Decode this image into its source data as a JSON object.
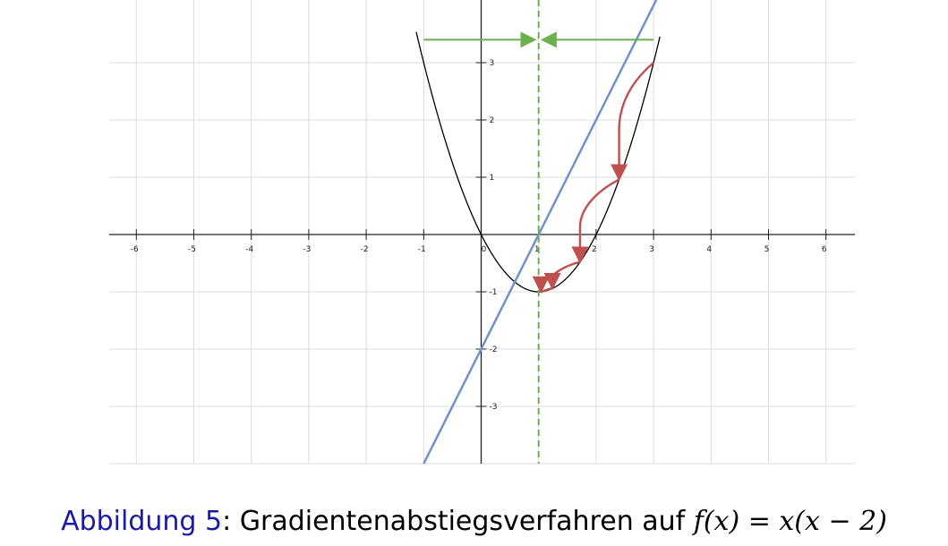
{
  "caption": {
    "figure_label": "Abbildung 5",
    "separator": ": ",
    "text": "Gradientenabstiegsverfahren auf ",
    "formula": "f(x) = x(x − 2)"
  },
  "colors": {
    "grid": "#dcdcdc",
    "axes": "#222222",
    "parabola": "#000000",
    "tangent": "#6f93c9",
    "minimum_line": "#6ab04c",
    "horizontal_arrows": "#6ab04c",
    "descent_path": "#c0504d"
  },
  "chart_data": {
    "type": "line",
    "title": "",
    "xlabel": "",
    "ylabel": "",
    "xlim": [
      -6.5,
      6.5
    ],
    "ylim": [
      -4,
      4
    ],
    "grid": true,
    "x_ticks": [
      -6,
      -5,
      -4,
      -3,
      -2,
      -1,
      0,
      1,
      2,
      3,
      4,
      5,
      6
    ],
    "y_ticks": [
      -3,
      -2,
      -1,
      0,
      1,
      2,
      3
    ],
    "x_tick_labels": [
      "-6",
      "-5",
      "-4",
      "-3",
      "-2",
      "-1",
      "0",
      "1",
      "2",
      "3",
      "4",
      "5",
      "6"
    ],
    "y_tick_labels": [
      "-3",
      "-2",
      "-1",
      "0",
      "1",
      "2",
      "3"
    ],
    "series": [
      {
        "type": "function",
        "expression": "x*(x-2)",
        "color_key": "parabola"
      },
      {
        "type": "function",
        "expression": "2*x-2",
        "color_key": "tangent"
      },
      {
        "type": "vertical-line",
        "x": 1,
        "dashed": true,
        "color_key": "minimum_line"
      }
    ],
    "horizontal_arrows": [
      {
        "from": [
          -1,
          3.4
        ],
        "to": [
          1,
          3.4
        ]
      },
      {
        "from": [
          3,
          3.4
        ],
        "to": [
          1,
          3.4
        ]
      }
    ],
    "descent_steps": [
      [
        3,
        3
      ],
      [
        2.4,
        0.96
      ],
      [
        1.72,
        -0.48
      ],
      [
        1.24,
        -0.94
      ],
      [
        1.04,
        -1.0
      ]
    ]
  }
}
